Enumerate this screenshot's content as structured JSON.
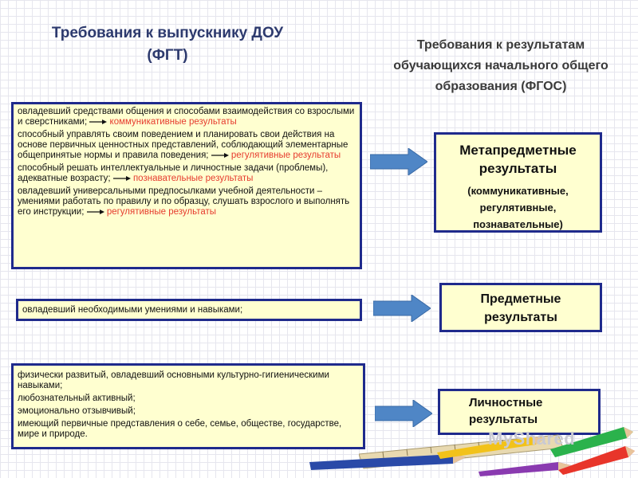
{
  "left_title": "Требования к выпускнику ДОУ (ФГТ)",
  "right_title": "Требования к результатам обучающихся начального общего образования (ФГОС)",
  "box1": {
    "items": [
      {
        "text": "овладевший средствами общения и способами взаимодействия со взрослыми и сверстниками;",
        "label": "коммуникативные результаты"
      },
      {
        "text": "способный управлять своим поведением и планировать свои действия на основе первичных ценностных представлений, соблюдающий элементарные общепринятые нормы и правила поведения;",
        "label": "регулятивные результаты"
      },
      {
        "text": "способный решать интеллектуальные и личностные задачи (проблемы), адекватные возрасту;",
        "label": "познавательные результаты"
      },
      {
        "text": "овладевший универсальными предпосылками учебной деятельности – умениями работать по правилу и по образцу, слушать взрослого и выполнять его инструкции;",
        "label": "регулятивные результаты"
      }
    ]
  },
  "box2": {
    "text": "овладевший необходимыми умениями и навыками;"
  },
  "box3": {
    "items": [
      "физически развитый, овладевший основными культурно-гигиеническими навыками;",
      "любознательный активный;",
      "эмоционально отзывчивый;",
      "имеющий первичные представления о себе, семье, обществе, государстве, мире и природе."
    ]
  },
  "results": {
    "meta_title": "Метапредметные результаты",
    "meta_sub": "(коммуникативные, регулятивные, познавательные)",
    "subject": "Предметные результаты",
    "personal": "Личностные результаты"
  },
  "watermark": "MyShared",
  "colors": {
    "border": "#1f2a8c",
    "box_fill": "#ffffd0",
    "label_red": "#e63b2e",
    "arrow_blue": "#4f86c6"
  }
}
